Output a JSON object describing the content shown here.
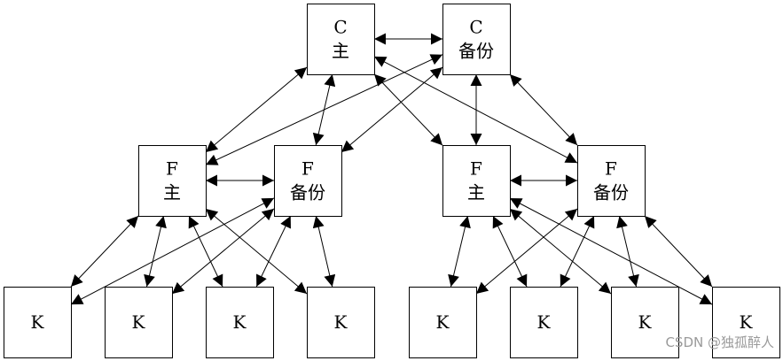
{
  "nodes": [
    {
      "id": "c-primary",
      "lines": [
        "C",
        "主"
      ]
    },
    {
      "id": "c-backup",
      "lines": [
        "C",
        "备份"
      ]
    },
    {
      "id": "f1-primary",
      "lines": [
        "F",
        "主"
      ]
    },
    {
      "id": "f1-backup",
      "lines": [
        "F",
        "备份"
      ]
    },
    {
      "id": "f2-primary",
      "lines": [
        "F",
        "主"
      ]
    },
    {
      "id": "f2-backup",
      "lines": [
        "F",
        "备份"
      ]
    },
    {
      "id": "k1",
      "lines": [
        "K"
      ]
    },
    {
      "id": "k2",
      "lines": [
        "K"
      ]
    },
    {
      "id": "k3",
      "lines": [
        "K"
      ]
    },
    {
      "id": "k4",
      "lines": [
        "K"
      ]
    },
    {
      "id": "k5",
      "lines": [
        "K"
      ]
    },
    {
      "id": "k6",
      "lines": [
        "K"
      ]
    },
    {
      "id": "k7",
      "lines": [
        "K"
      ]
    },
    {
      "id": "k8",
      "lines": [
        "K"
      ]
    }
  ],
  "edges": [
    [
      "c-primary",
      "c-backup"
    ],
    [
      "c-primary",
      "f1-primary"
    ],
    [
      "c-primary",
      "f1-backup"
    ],
    [
      "c-primary",
      "f2-primary"
    ],
    [
      "c-primary",
      "f2-backup"
    ],
    [
      "c-backup",
      "f1-primary"
    ],
    [
      "c-backup",
      "f1-backup"
    ],
    [
      "c-backup",
      "f2-primary"
    ],
    [
      "c-backup",
      "f2-backup"
    ],
    [
      "f1-primary",
      "f1-backup"
    ],
    [
      "f2-primary",
      "f2-backup"
    ],
    [
      "f1-primary",
      "k1"
    ],
    [
      "f1-primary",
      "k2"
    ],
    [
      "f1-primary",
      "k3"
    ],
    [
      "f1-primary",
      "k4"
    ],
    [
      "f1-backup",
      "k1"
    ],
    [
      "f1-backup",
      "k2"
    ],
    [
      "f1-backup",
      "k3"
    ],
    [
      "f1-backup",
      "k4"
    ],
    [
      "f2-primary",
      "k5"
    ],
    [
      "f2-primary",
      "k6"
    ],
    [
      "f2-primary",
      "k7"
    ],
    [
      "f2-primary",
      "k8"
    ],
    [
      "f2-backup",
      "k5"
    ],
    [
      "f2-backup",
      "k6"
    ],
    [
      "f2-backup",
      "k7"
    ],
    [
      "f2-backup",
      "k8"
    ]
  ],
  "watermark": "CSDN @独孤醉人"
}
